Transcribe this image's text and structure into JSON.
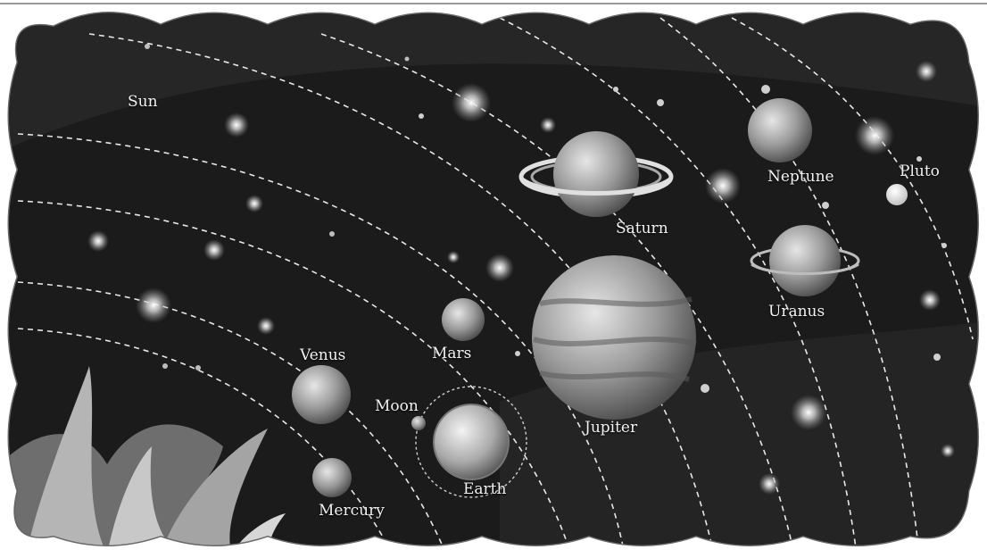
{
  "labels": {
    "sun": "Sun",
    "mercury": "Mercury",
    "venus": "Venus",
    "earth": "Earth",
    "moon": "Moon",
    "mars": "Mars",
    "jupiter": "Jupiter",
    "saturn": "Saturn",
    "uranus": "Uranus",
    "neptune": "Neptune",
    "pluto": "Pluto"
  },
  "colors": {
    "background": "#1c1c1c",
    "frame": "#7a7a7a",
    "frame_inner": "#bdbdbd",
    "orbit": "#e8e8e8",
    "label": "#f2f2f2"
  }
}
